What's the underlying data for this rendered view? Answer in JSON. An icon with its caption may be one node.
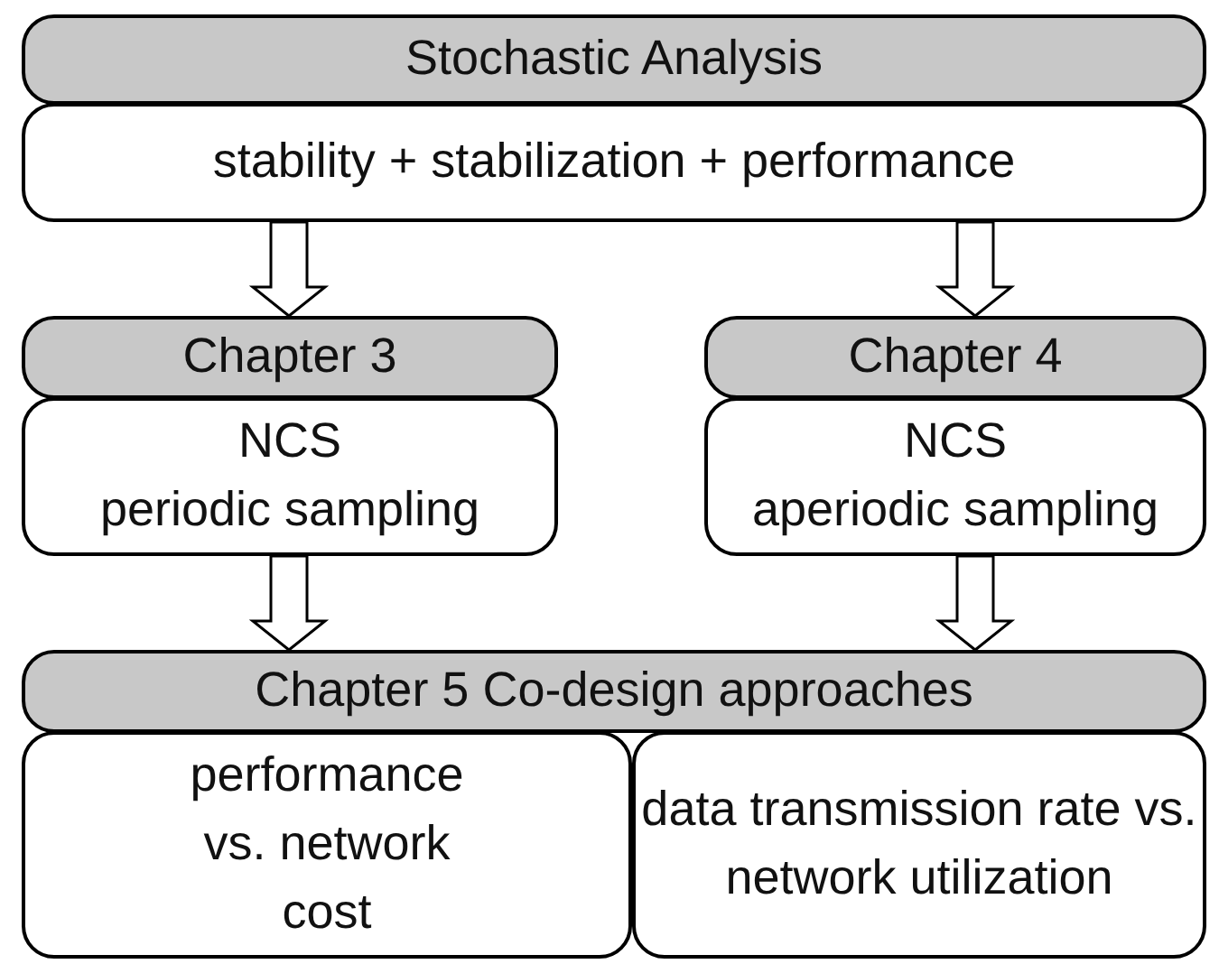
{
  "diagram": {
    "nodes": [
      {
        "text": [
          "Stochastic Analysis"
        ]
      },
      {
        "text": [
          "stability + stabilization + performance"
        ]
      },
      {
        "text": [
          "Chapter 3"
        ]
      },
      {
        "text": [
          "NCS",
          "periodic sampling"
        ]
      },
      {
        "text": [
          "Chapter 4"
        ]
      },
      {
        "text": [
          "NCS",
          "aperiodic sampling"
        ]
      },
      {
        "text": [
          "Chapter 5 Co-design approaches"
        ]
      },
      {
        "text": [
          "performance vs. network cost"
        ]
      },
      {
        "text": [
          "data transmission rate vs. network utilization"
        ]
      }
    ],
    "edges": [
      {
        "from": 1,
        "to": 2,
        "arrow": "to"
      },
      {
        "from": 1,
        "to": 4,
        "arrow": "to"
      },
      {
        "from": 3,
        "to": 6,
        "arrow": "to"
      },
      {
        "from": 5,
        "to": 6,
        "arrow": "to"
      }
    ]
  }
}
